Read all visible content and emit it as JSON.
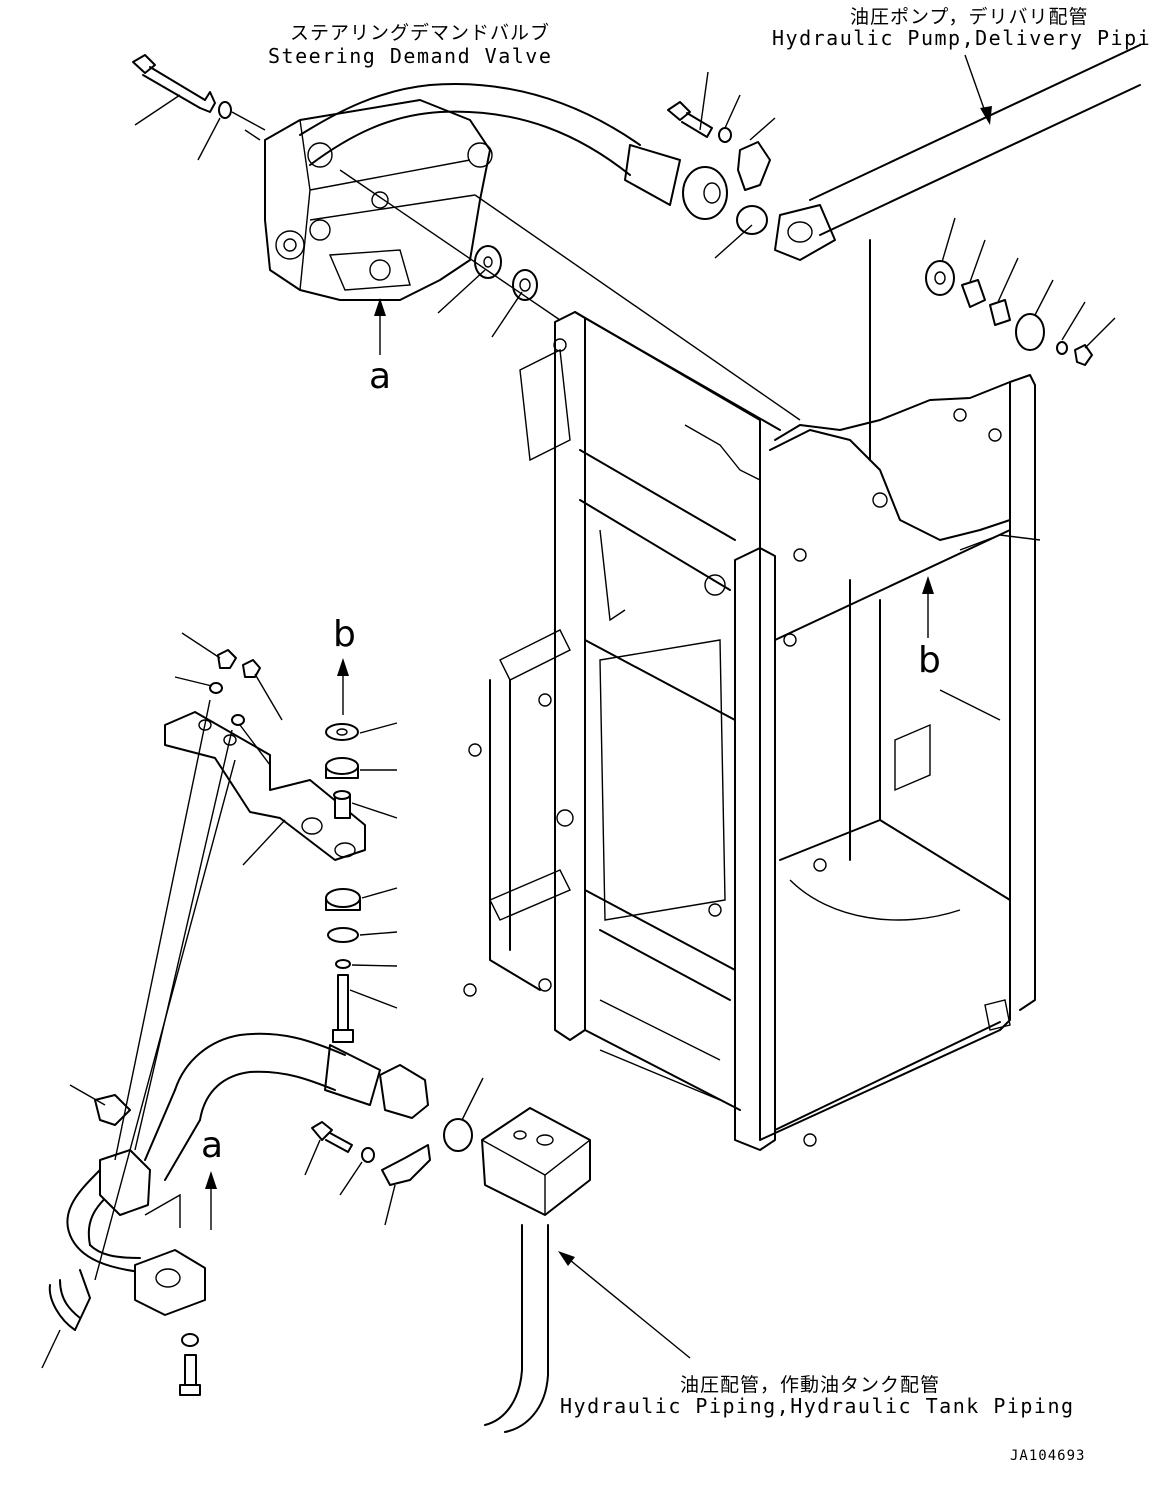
{
  "labels": {
    "steering_valve_jp": "ステアリングデマンドバルブ",
    "steering_valve_en": "Steering Demand Valve",
    "pump_piping_jp": "油圧ポンプ，デリバリ配管",
    "pump_piping_en": "Hydraulic Pump,Delivery Piping",
    "tank_piping_jp": "油圧配管，作動油タンク配管",
    "tank_piping_en": "Hydraulic Piping,Hydraulic Tank Piping",
    "ref_a_top": "a",
    "ref_a_bottom": "a",
    "ref_b_left": "b",
    "ref_b_right": "b",
    "drawing_code": "JA104693"
  }
}
